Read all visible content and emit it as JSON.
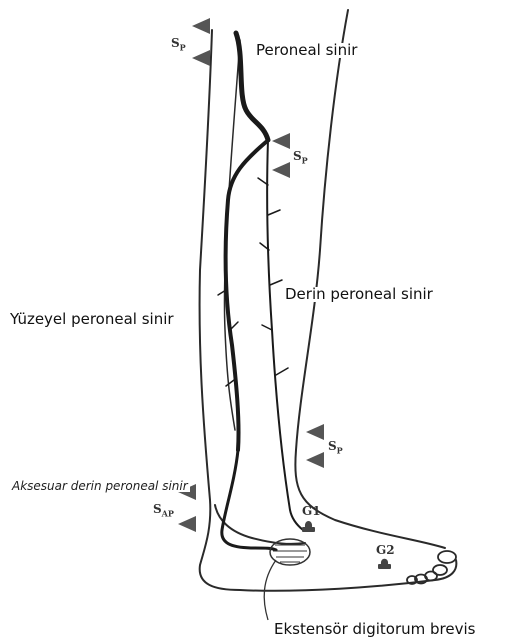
{
  "labels": {
    "peroneal_nerve": "Peroneal sinir",
    "deep_peroneal": "Derin peroneal sinir",
    "superficial_peroneal": "Yüzeyel peroneal sinir",
    "accessory_deep_peroneal": "Aksesuar derin peroneal sinir",
    "extensor_digitorum_brevis": "Ekstensör digitorum brevis"
  },
  "stim_sites": {
    "s_main": "S",
    "sub_p": "P",
    "sub_ap": "AP"
  },
  "electrodes": {
    "g1": "G1",
    "g2": "G2"
  },
  "colors": {
    "ink": "#2a2a2a",
    "nerve": "#1a1a1a",
    "arrow": "#555555"
  },
  "icons": [
    "stimulation-arrow-icon",
    "electrode-icon"
  ]
}
